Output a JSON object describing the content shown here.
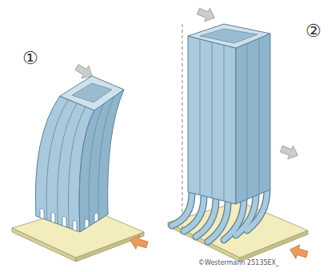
{
  "diagram": {
    "labels": [
      "①",
      "②",
      "©Westermann 25135EX_"
    ]
  }
}
